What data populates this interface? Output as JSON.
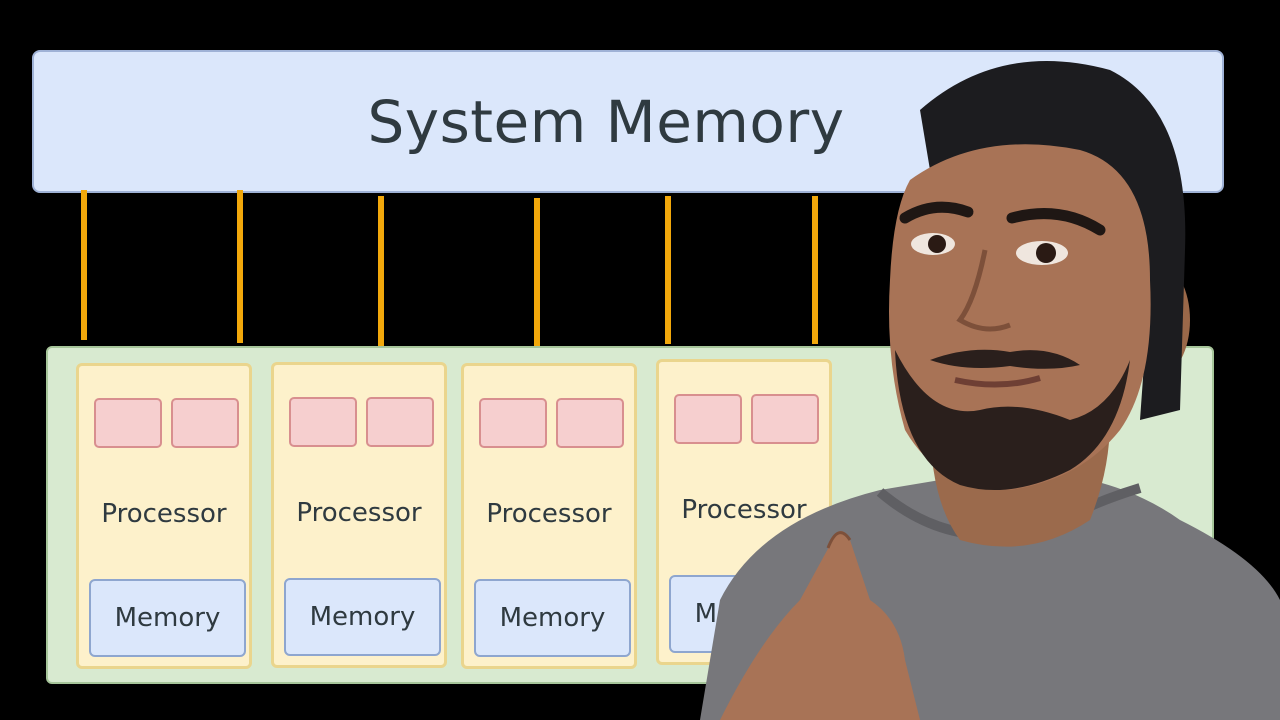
{
  "diagram": {
    "system_memory_label": "System Memory",
    "nodes": [
      {
        "processor_label": "Processor",
        "memory_label": "Memory"
      },
      {
        "processor_label": "Processor",
        "memory_label": "Memory"
      },
      {
        "processor_label": "Processor",
        "memory_label": "Memory"
      },
      {
        "processor_label": "Processor",
        "memory_label": "Memory"
      }
    ]
  },
  "colors": {
    "background": "#000000",
    "system_memory_fill": "#dbe7fb",
    "interconnect": "#f2a80b",
    "cluster_fill": "#d8ead0",
    "processor_fill": "#fdf1cb",
    "core_fill": "#f6cfcf",
    "memory_fill": "#dbe7fb"
  }
}
